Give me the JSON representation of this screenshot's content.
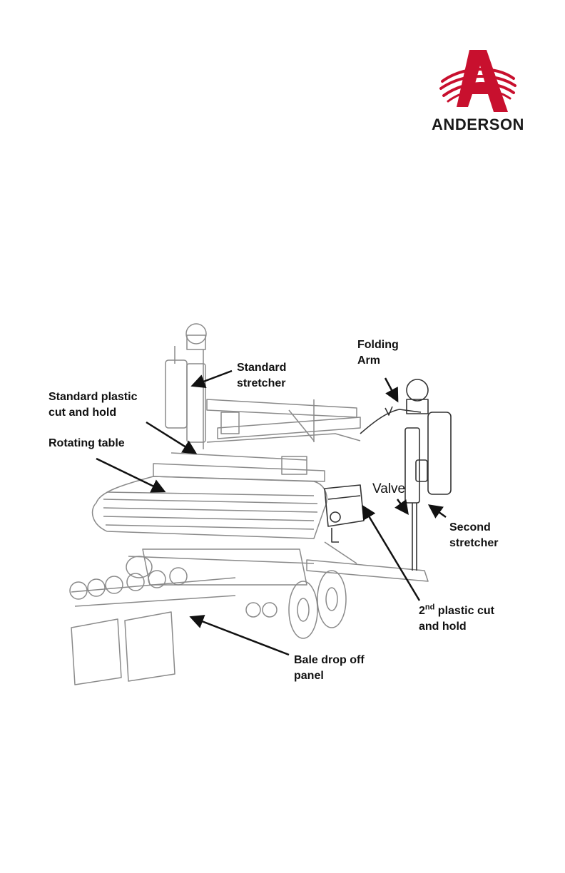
{
  "brand": {
    "name": "ANDERSON",
    "colors": {
      "accent": "#c8102e",
      "text": "#1a1a1a"
    }
  },
  "diagram": {
    "line_color": "#555555",
    "labels": {
      "standard_stretcher": "Standard\nstretcher",
      "standard_plastic_cut": "Standard plastic\ncut and hold",
      "rotating_table": "Rotating table",
      "folding_arm": "Folding\nArm",
      "valve": "Valve",
      "second_stretcher": "Second\nstretcher",
      "second_cut_prefix": "2",
      "second_cut_sup": "nd",
      "second_cut_rest": " plastic cut\nand hold",
      "bale_drop": "Bale drop off\npanel"
    }
  }
}
